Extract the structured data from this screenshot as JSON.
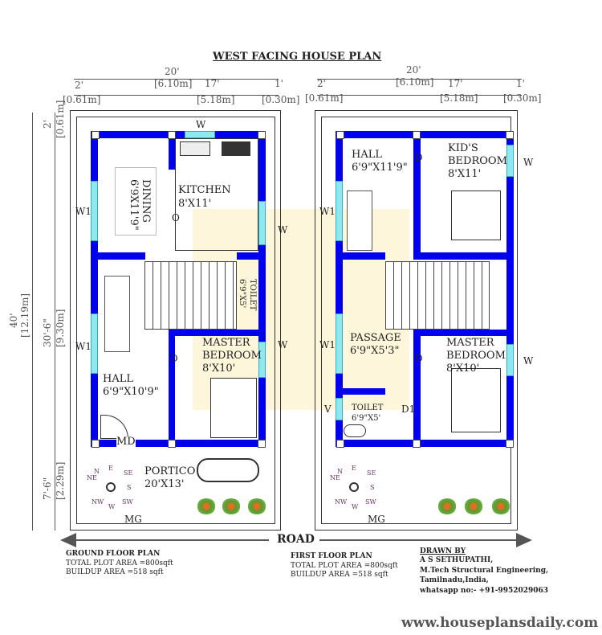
{
  "title": "WEST FACING HOUSE PLAN",
  "dims": {
    "width_total": "20'",
    "width_total_m": "[6.10m]",
    "w_left": "2'",
    "w_left_m": "[0.61m]",
    "w_mid": "17'",
    "w_mid_m": "[5.18m]",
    "w_right": "1'",
    "w_right_m": "[0.30m]",
    "h_total": "40'",
    "h_total_m": "[12.19m]",
    "h_top": "2'",
    "h_top_m": "[0.61m]",
    "h_mid": "30'-6\"",
    "h_mid_m": "[9.30m]",
    "h_bot": "7'-6\"",
    "h_bot_m": "[2.29m]"
  },
  "ground": {
    "window_top": "W",
    "dining": "DINING",
    "dining_size": "6'9X11'9\"",
    "kitchen": "KITCHEN",
    "kitchen_size": "8'X11'",
    "kitchen_opening": "O",
    "w1a": "W1",
    "w1b": "W1",
    "w_right1": "W",
    "w_right2": "W",
    "toilet": "TOILET",
    "toilet_size": "6'9\"X5'",
    "master": "MASTER",
    "master2": "BEDROOM",
    "master_size": "8'X10'",
    "door": "D",
    "hall": "HALL",
    "hall_size": "6'9\"X10'9\"",
    "main_door": "MD",
    "portico": "PORTICO",
    "portico_size": "20'X13'",
    "gate": "MG"
  },
  "first": {
    "hall": "HALL",
    "hall_size": "6'9\"X11'9\"",
    "kids": "KID'S",
    "kids2": "BEDROOM",
    "kids_size": "8'X11'",
    "door1": "D",
    "w_right1": "W",
    "w_right2": "W",
    "w1a": "W1",
    "w1b": "W1",
    "passage": "PASSAGE",
    "passage_size": "6'9\"X5'3\"",
    "master": "MASTER",
    "master2": "BEDROOM",
    "master_size": "8'X10'",
    "door2": "D",
    "ventilator": "V",
    "toilet": "TOILET",
    "toilet_size": "6'9\"X5'",
    "toilet_door": "D1",
    "gate": "MG"
  },
  "compass": {
    "n": "N",
    "s": "S",
    "e": "E",
    "w": "W",
    "ne": "NE",
    "nw": "NW",
    "se": "SE",
    "sw": "SW"
  },
  "road": "ROAD",
  "ground_info": {
    "title": "GROUND FLOOR PLAN",
    "plot": "TOTAL PLOT AREA =800sqft",
    "buildup": "BUILDUP AREA =518 sqft"
  },
  "first_info": {
    "title": "FIRST FLOOR PLAN",
    "plot": "TOTAL PLOT AREA =800sqft",
    "buildup": "BUILDUP AREA =518 sqft"
  },
  "drawn": {
    "label": "DRAWN BY",
    "name": "A S SETHUPATHI,",
    "qual": "M.Tech Structural Engineering,",
    "place": "Tamilnadu,India,",
    "phone": "whatsapp no:- +91-9952029063"
  },
  "website": "www.houseplansdaily.com",
  "watermark": "HOUSE PLANS DAILY",
  "colors": {
    "wall": "#0000ee",
    "window": "#8fe8f0"
  }
}
